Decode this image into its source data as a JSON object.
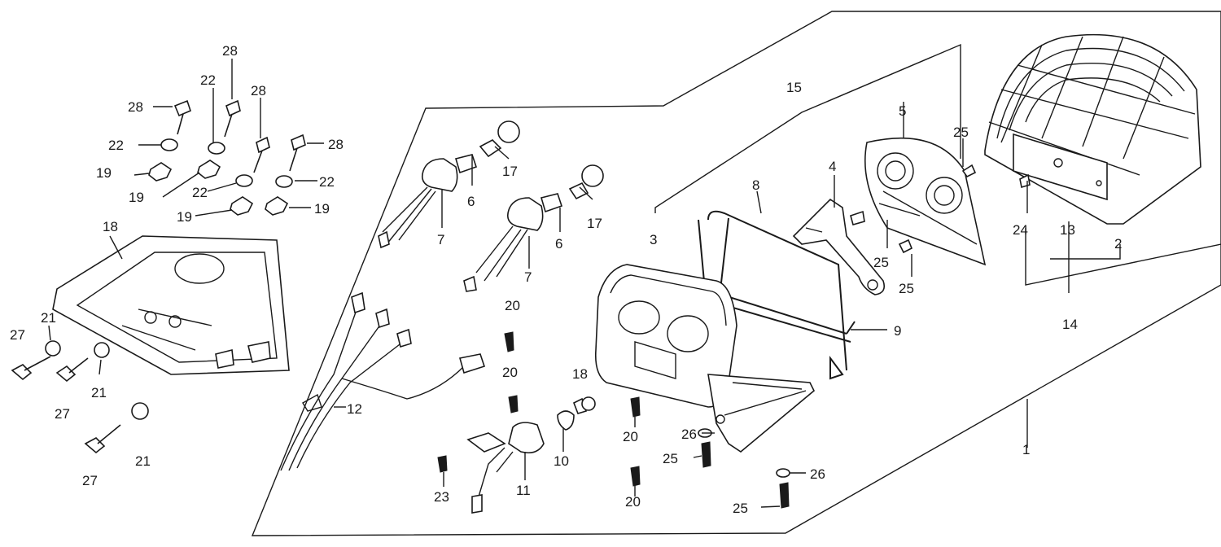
{
  "diagram": {
    "callouts": [
      {
        "id": "c1",
        "text": "1"
      },
      {
        "id": "c2",
        "text": "2"
      },
      {
        "id": "c3",
        "text": "3"
      },
      {
        "id": "c4",
        "text": "4"
      },
      {
        "id": "c5",
        "text": "5"
      },
      {
        "id": "c6a",
        "text": "6"
      },
      {
        "id": "c6b",
        "text": "6"
      },
      {
        "id": "c7a",
        "text": "7"
      },
      {
        "id": "c7b",
        "text": "7"
      },
      {
        "id": "c8",
        "text": "8"
      },
      {
        "id": "c9",
        "text": "9"
      },
      {
        "id": "c10",
        "text": "10"
      },
      {
        "id": "c11",
        "text": "11"
      },
      {
        "id": "c12",
        "text": "12"
      },
      {
        "id": "c13",
        "text": "13"
      },
      {
        "id": "c14",
        "text": "14"
      },
      {
        "id": "c15",
        "text": "15"
      },
      {
        "id": "c17a",
        "text": "17"
      },
      {
        "id": "c17b",
        "text": "17"
      },
      {
        "id": "c18a",
        "text": "18"
      },
      {
        "id": "c18b",
        "text": "18"
      },
      {
        "id": "c19a",
        "text": "19"
      },
      {
        "id": "c19b",
        "text": "19"
      },
      {
        "id": "c19c",
        "text": "19"
      },
      {
        "id": "c20a",
        "text": "20"
      },
      {
        "id": "c20b",
        "text": "20"
      },
      {
        "id": "c20c",
        "text": "20"
      },
      {
        "id": "c20d",
        "text": "20"
      },
      {
        "id": "c21a",
        "text": "21"
      },
      {
        "id": "c21b",
        "text": "21"
      },
      {
        "id": "c21c",
        "text": "21"
      },
      {
        "id": "c22a",
        "text": "22"
      },
      {
        "id": "c22b",
        "text": "22"
      },
      {
        "id": "c22c",
        "text": "22"
      },
      {
        "id": "c22d",
        "text": "22"
      },
      {
        "id": "c23",
        "text": "23"
      },
      {
        "id": "c24",
        "text": "24"
      },
      {
        "id": "c25a",
        "text": "25"
      },
      {
        "id": "c25b",
        "text": "25"
      },
      {
        "id": "c25c",
        "text": "25"
      },
      {
        "id": "c25d",
        "text": "25"
      },
      {
        "id": "c25e",
        "text": "25"
      },
      {
        "id": "c26a",
        "text": "26"
      },
      {
        "id": "c26b",
        "text": "26"
      },
      {
        "id": "c27a",
        "text": "27"
      },
      {
        "id": "c27b",
        "text": "27"
      },
      {
        "id": "c27c",
        "text": "27"
      },
      {
        "id": "c28a",
        "text": "28"
      },
      {
        "id": "c28b",
        "text": "28"
      },
      {
        "id": "c28c",
        "text": "28"
      },
      {
        "id": "c28d",
        "text": "28"
      }
    ]
  }
}
